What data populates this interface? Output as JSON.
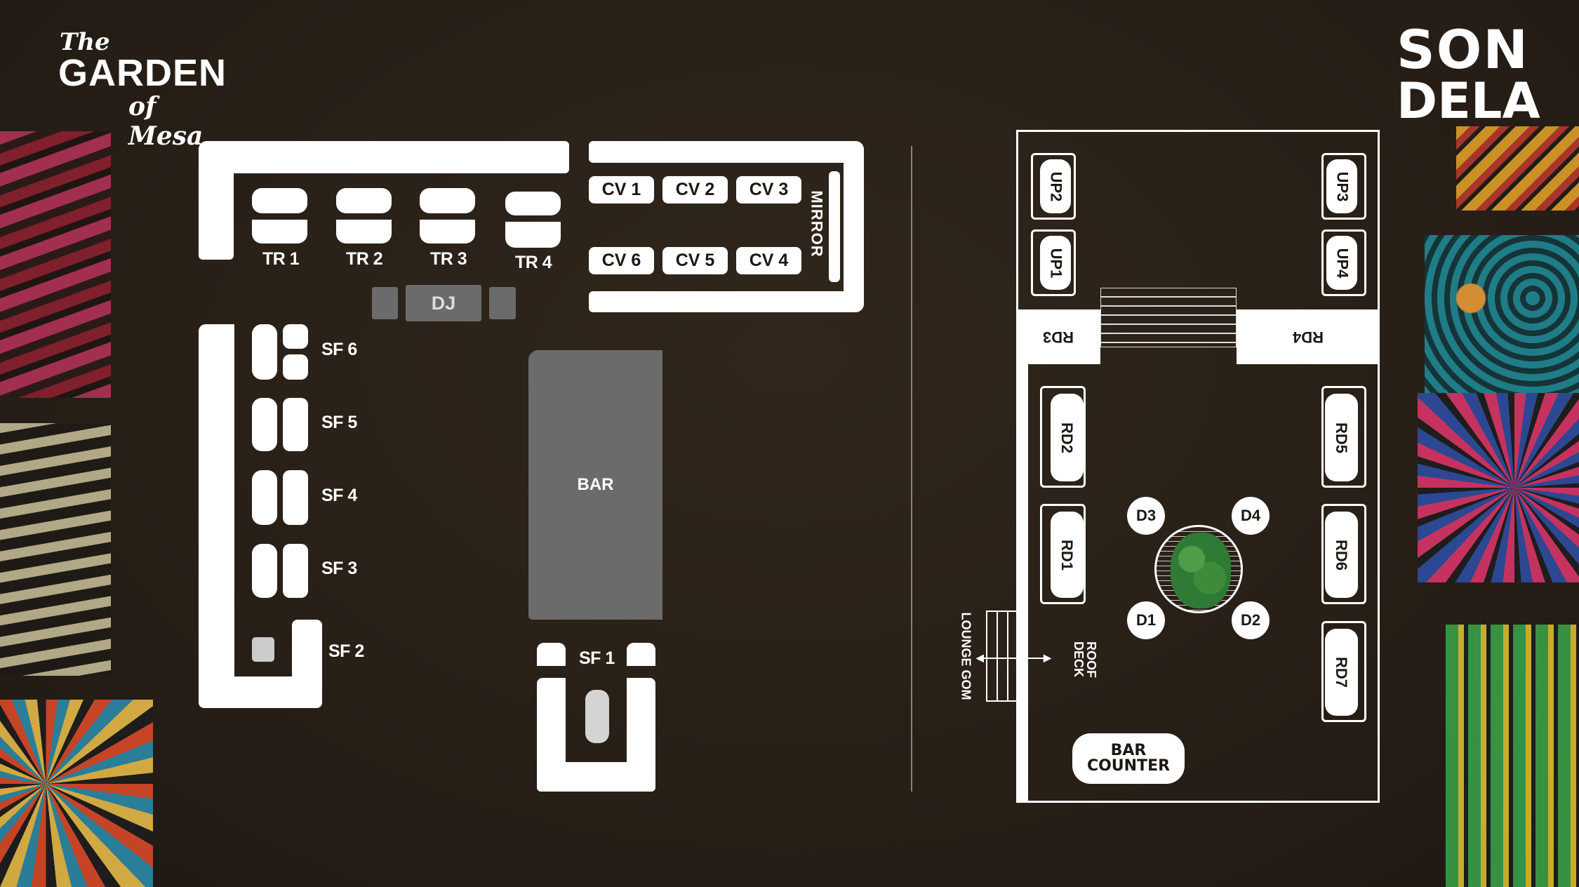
{
  "logos": {
    "left": {
      "line1": "The",
      "line2": "GARDEN",
      "line3": "of Mesa"
    },
    "right": {
      "line1": "SON",
      "line2": "DELA"
    }
  },
  "left_plan": {
    "tr": [
      "TR 1",
      "TR 2",
      "TR 3",
      "TR 4"
    ],
    "cv_top": [
      "CV 1",
      "CV 2",
      "CV 3"
    ],
    "cv_bottom": [
      "CV 6",
      "CV 5",
      "CV 4"
    ],
    "mirror": "MIRROR",
    "dj": "DJ",
    "sf": [
      "SF 6",
      "SF 5",
      "SF 4",
      "SF 3",
      "SF 2",
      "SF 1"
    ],
    "bar": "BAR"
  },
  "right_plan": {
    "up": [
      "UP2",
      "UP1",
      "UP3",
      "UP4"
    ],
    "rd_band": [
      "RD3",
      "RD4"
    ],
    "rd_left": [
      "RD2",
      "RD1"
    ],
    "rd_right": [
      "RD5",
      "RD6",
      "RD7"
    ],
    "d": [
      "D3",
      "D4",
      "D1",
      "D2"
    ],
    "lounge": "LOUNGE GOM",
    "roof_deck_1": "ROOF",
    "roof_deck_2": "DECK",
    "bar_counter_1": "BAR",
    "bar_counter_2": "COUNTER"
  },
  "colors": {
    "background": "#2a2119",
    "bar": "#6b6b6b",
    "tree": "#2f7a34"
  }
}
